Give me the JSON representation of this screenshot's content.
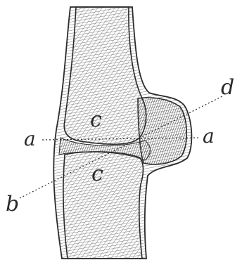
{
  "figure": {
    "labels": {
      "upper_bone": "c",
      "lower_bone": "c",
      "left_a": "a",
      "right_a": "a",
      "pointer_b": "b",
      "pointer_d": "d"
    }
  },
  "colors": {
    "ink": "#2a2a2a",
    "hatch": "#6a6a6a",
    "background": "#ffffff"
  }
}
